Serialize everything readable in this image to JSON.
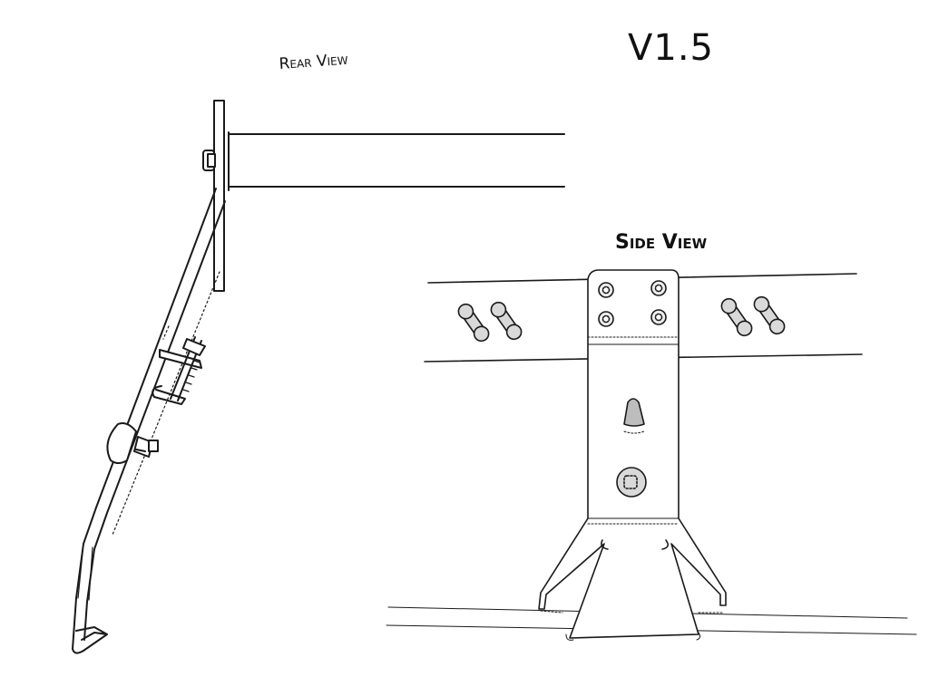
{
  "labels": {
    "version": "V1.5",
    "rear_view": "Rear View",
    "side_view": "Side View"
  },
  "colors": {
    "ink": "#1a1a1a",
    "fill_grey": "#d9d9d9",
    "fill_light": "#ececec",
    "background": "#ffffff"
  }
}
